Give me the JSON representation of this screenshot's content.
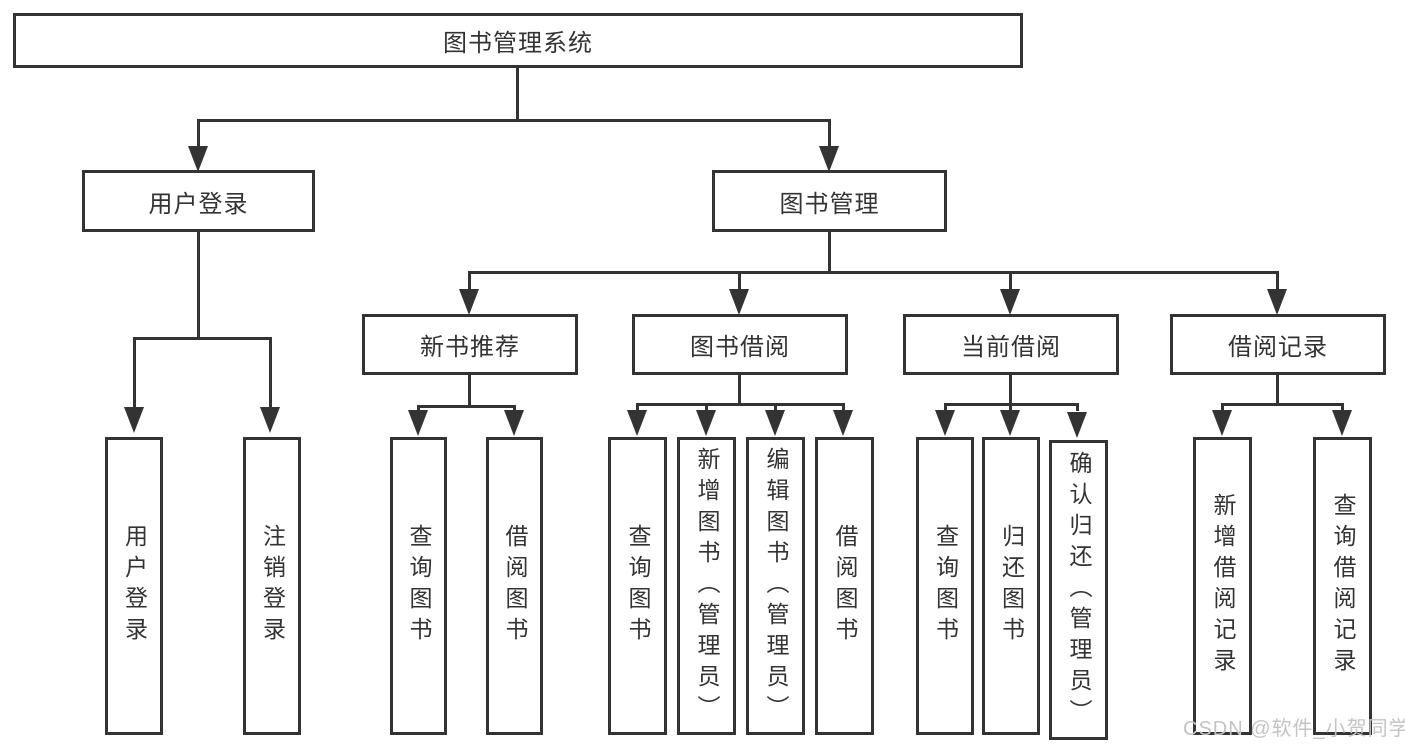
{
  "tree": {
    "root": {
      "label": "图书管理系统",
      "children": [
        {
          "label": "用户登录",
          "children": [
            {
              "label": "用户登录"
            },
            {
              "label": "注销登录"
            }
          ]
        },
        {
          "label": "图书管理",
          "children": [
            {
              "label": "新书推荐",
              "children": [
                {
                  "label": "查询图书"
                },
                {
                  "label": "借阅图书"
                }
              ]
            },
            {
              "label": "图书借阅",
              "children": [
                {
                  "label": "查询图书"
                },
                {
                  "label": "新增图书（管理员）"
                },
                {
                  "label": "编辑图书（管理员）"
                },
                {
                  "label": "借阅图书"
                }
              ]
            },
            {
              "label": "当前借阅",
              "children": [
                {
                  "label": "查询图书"
                },
                {
                  "label": "归还图书"
                },
                {
                  "label": "确认归还（管理员）"
                }
              ]
            },
            {
              "label": "借阅记录",
              "children": [
                {
                  "label": "新增借阅记录"
                },
                {
                  "label": "查询借阅记录"
                }
              ]
            }
          ]
        }
      ]
    }
  },
  "watermark": {
    "text": "CSDN @软件_小贺同学"
  },
  "colors": {
    "line": "#333333",
    "text": "#333333",
    "watermark": "#c4c4c4",
    "background": "#ffffff"
  }
}
